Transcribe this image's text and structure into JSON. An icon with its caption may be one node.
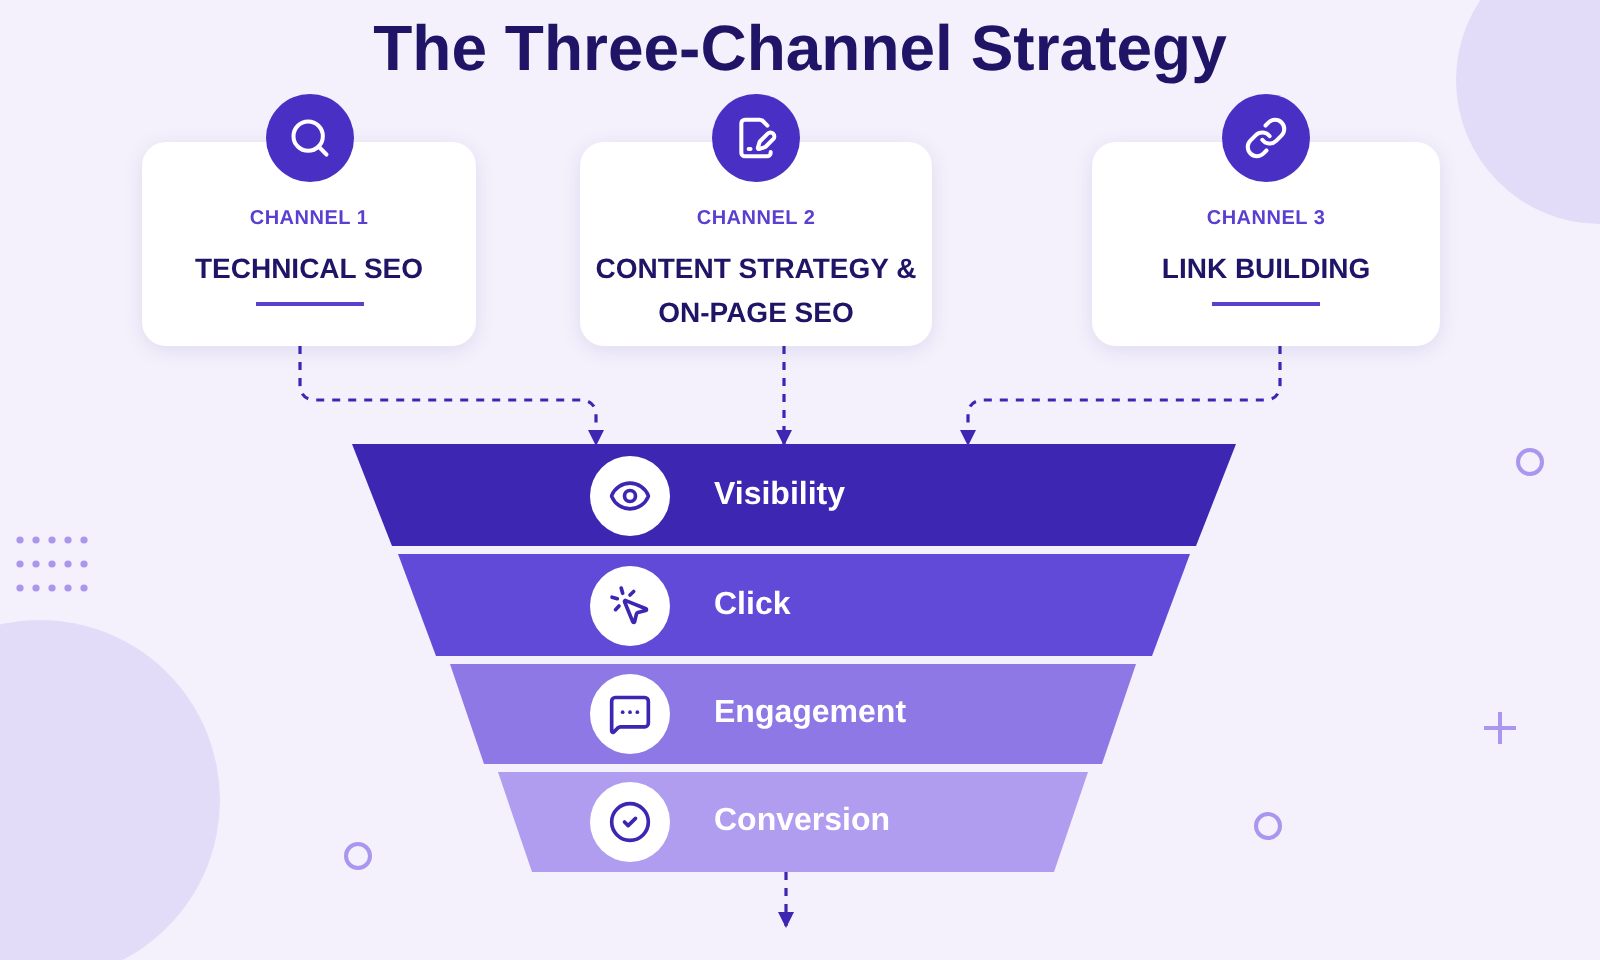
{
  "diagram": {
    "title": "The Three-Channel Strategy",
    "nodes": [
      {
        "text": [
          "CHANNEL 1",
          "TECHNICAL SEO"
        ]
      },
      {
        "text": [
          "CHANNEL 2",
          "CONTENT STRATEGY & ON-PAGE SEO"
        ]
      },
      {
        "text": [
          "CHANNEL 3",
          "LINK BUILDING"
        ]
      },
      {
        "text": [
          "Visibility"
        ]
      },
      {
        "text": [
          "Click"
        ]
      },
      {
        "text": [
          "Engagement"
        ]
      },
      {
        "text": [
          "Conversion"
        ]
      }
    ],
    "edges": [
      {
        "from": 0,
        "to": 3,
        "arrow": "to",
        "style": "dashed"
      },
      {
        "from": 1,
        "to": 3,
        "arrow": "to",
        "style": "dashed"
      },
      {
        "from": 2,
        "to": 3,
        "arrow": "to",
        "style": "dashed"
      },
      {
        "from": 6,
        "to": null,
        "arrow": "to",
        "style": "dashed"
      }
    ]
  }
}
